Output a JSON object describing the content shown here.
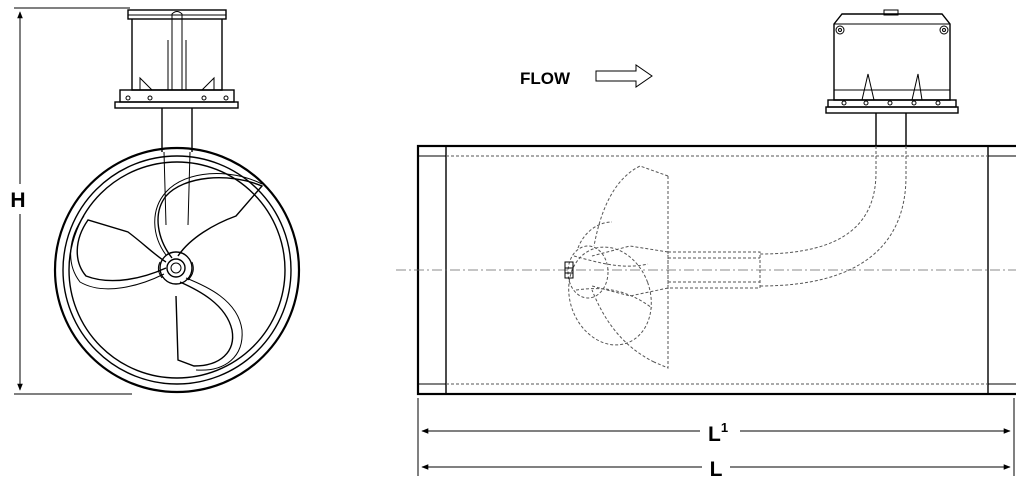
{
  "labels": {
    "height": "H",
    "flow": "FLOW",
    "length_inner_base": "L",
    "length_inner_sup": "1",
    "length_total": "L"
  },
  "colors": {
    "line": "#000000",
    "hidden_line": "#555555",
    "background": "#ffffff"
  }
}
